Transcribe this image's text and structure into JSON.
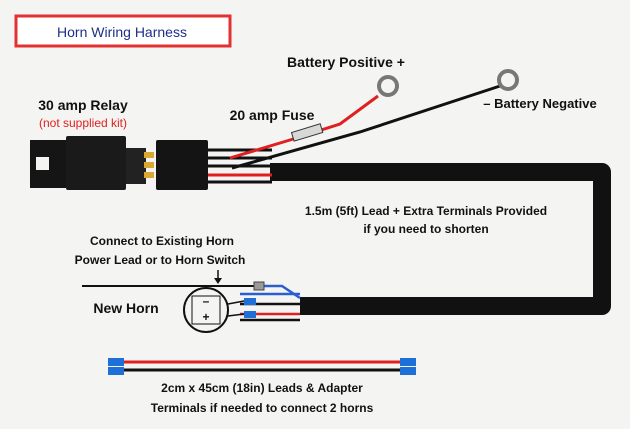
{
  "title": "Horn Wiring Harness",
  "labels": {
    "relay": "30 amp Relay",
    "relay_note": "(not supplied kit)",
    "fuse": "20 amp Fuse",
    "battery_positive": "Battery Positive +",
    "battery_negative": "– Battery Negative",
    "lead_line1": "1.5m (5ft) Lead + Extra Terminals Provided",
    "lead_line2": "if you need to shorten",
    "connect_line1": "Connect to Existing Horn",
    "connect_line2": "Power Lead or to Horn Switch",
    "new_horn": "New Horn",
    "horn_minus": "–",
    "horn_plus": "+",
    "leads_line1": "2cm x 45cm (18in) Leads & Adapter",
    "leads_line2": "Terminals if needed to connect 2 horns"
  },
  "colors": {
    "title_border": "#e53030",
    "title_text": "#1d2f8a",
    "relay_note": "#e02020",
    "wire_red": "#e02020",
    "wire_black": "#111111",
    "wire_blue": "#2a5fd0",
    "terminal_blue": "#1e6fd8"
  }
}
